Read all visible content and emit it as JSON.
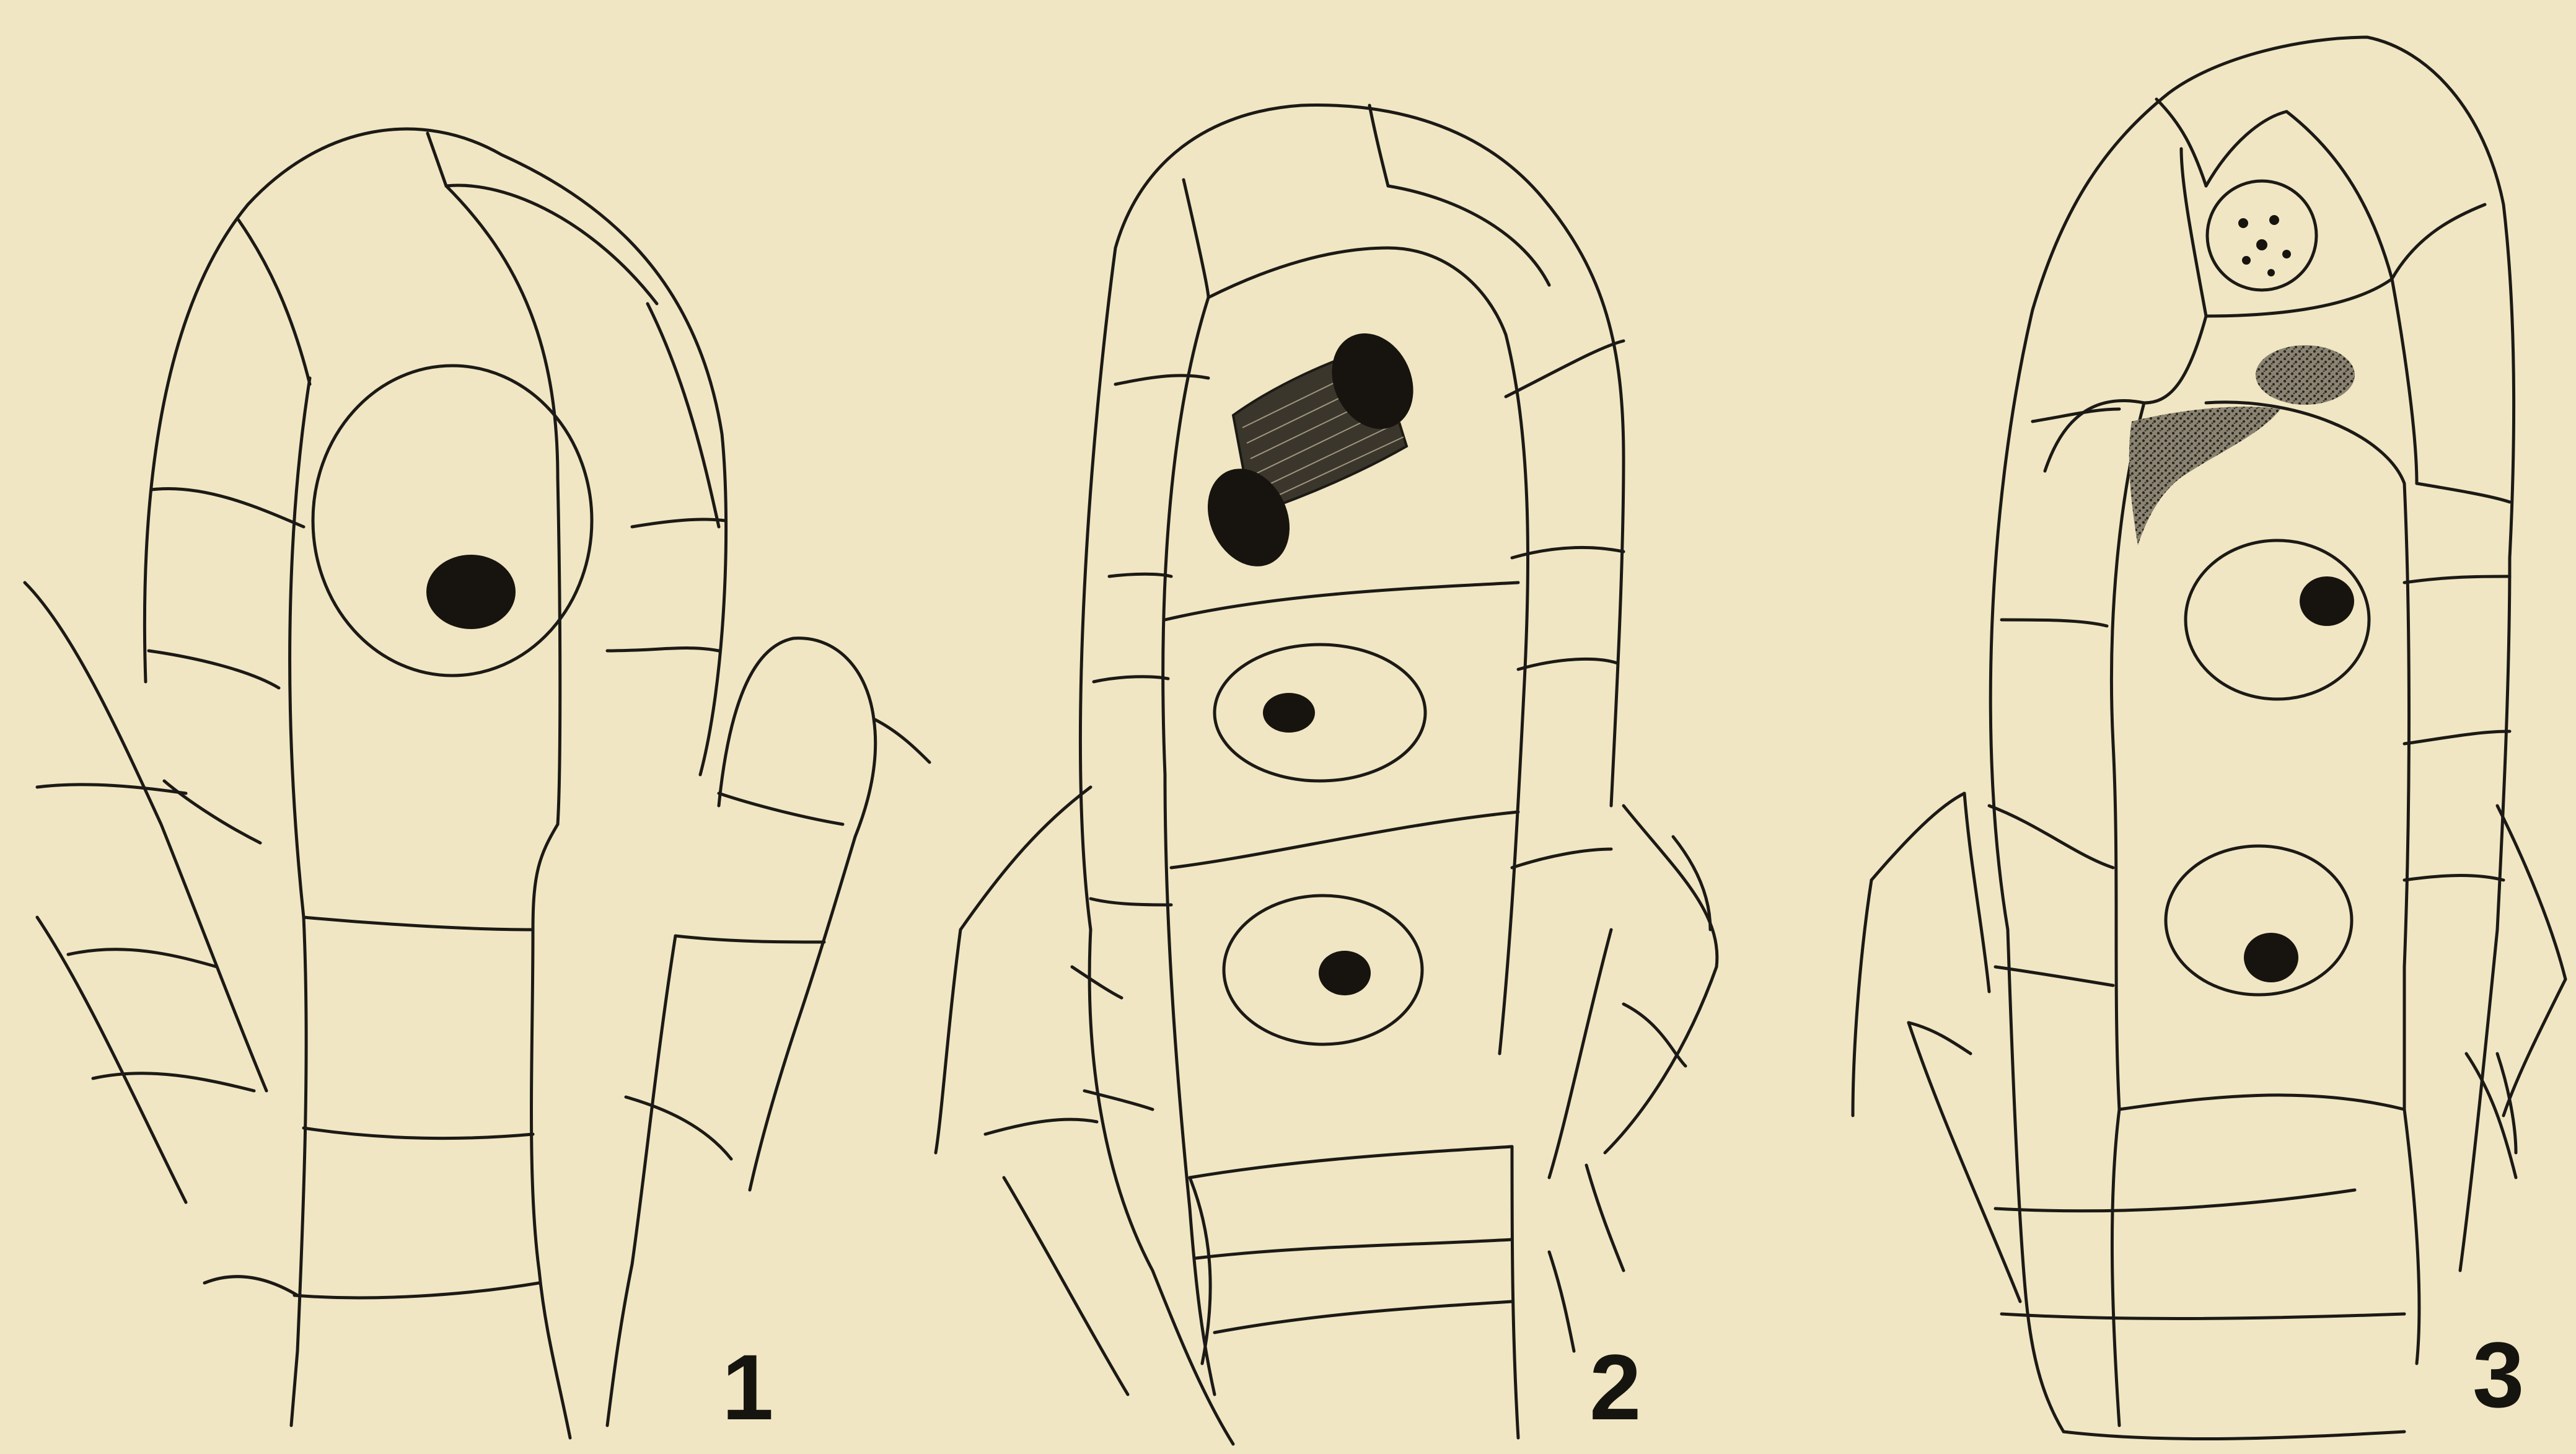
{
  "figure": {
    "panels": [
      {
        "id": "panel-1",
        "label": "1"
      },
      {
        "id": "panel-2",
        "label": "2"
      },
      {
        "id": "panel-3",
        "label": "3"
      }
    ],
    "colors": {
      "paper": "#f1e6c3",
      "ink": "#1c1a16"
    }
  }
}
